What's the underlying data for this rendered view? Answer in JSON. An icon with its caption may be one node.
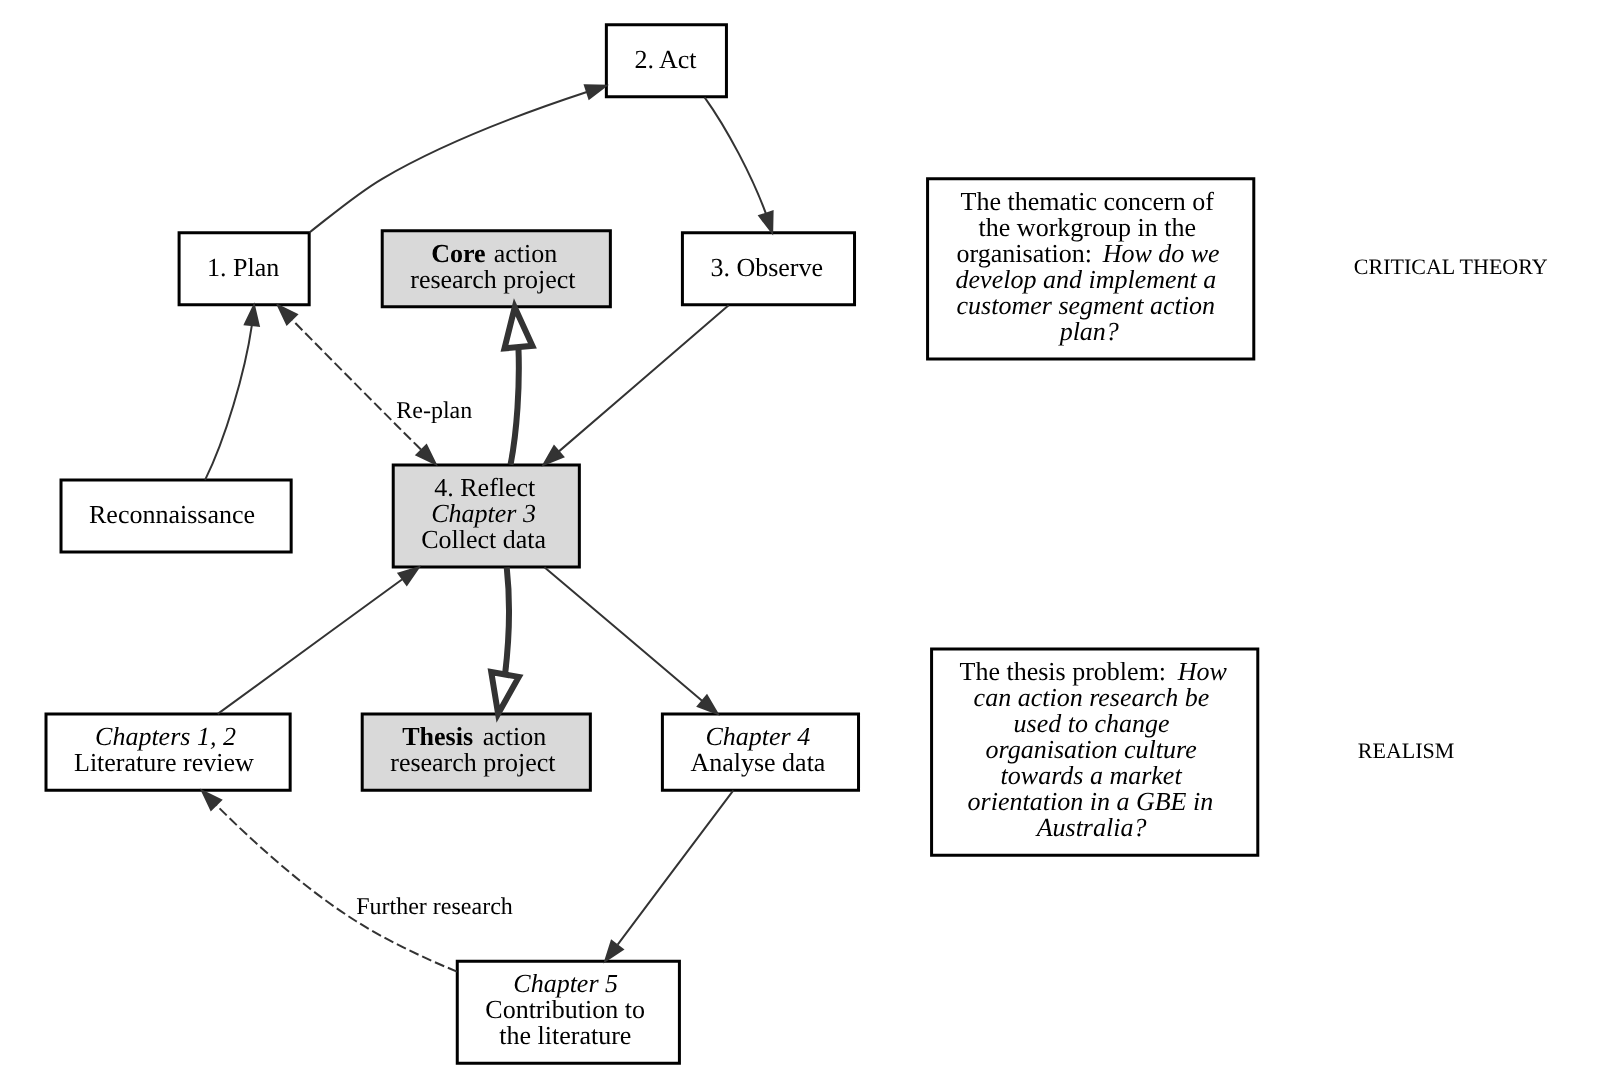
{
  "diagram": {
    "nodes": [
      {
        "text": [
          "2. Act"
        ]
      },
      {
        "text": [
          "1. Plan"
        ]
      },
      {
        "text": [
          "**Core** action research project"
        ]
      },
      {
        "text": [
          "3. Observe"
        ]
      },
      {
        "text": [
          "Reconnaissance"
        ]
      },
      {
        "text": [
          "4. Reflect",
          "Chapter 3",
          "Collect data"
        ]
      },
      {
        "text": [
          "Chapters 1, 2",
          "Literature review"
        ]
      },
      {
        "text": [
          "**Thesis** action research project"
        ]
      },
      {
        "text": [
          "Chapter 4",
          "Analyse data"
        ]
      },
      {
        "text": [
          "Chapter 5",
          "Contribution to the literature"
        ]
      },
      {
        "text": [
          "The thematic concern of the workgroup in the organisation: *How do we develop and implement a customer segment action plan?*"
        ]
      },
      {
        "text": [
          "The thesis problem: *How can action research be used to change organisation culture towards a market orientation in a GBE in Australia?*"
        ]
      }
    ],
    "edges": [
      {
        "from": 1,
        "to": 0,
        "arrow": "to"
      },
      {
        "from": 0,
        "to": 3,
        "arrow": "to"
      },
      {
        "from": 3,
        "to": 5,
        "arrow": "to"
      },
      {
        "from": 5,
        "to": 8,
        "arrow": "to"
      },
      {
        "from": 8,
        "to": 9,
        "arrow": "to"
      },
      {
        "from": 9,
        "to": 6,
        "arrow": "to",
        "label": "Further research",
        "style": "dashed"
      },
      {
        "from": 6,
        "to": 5,
        "arrow": "to"
      },
      {
        "from": 4,
        "to": 1,
        "arrow": "to"
      },
      {
        "from": 5,
        "to": 1,
        "arrow": "both",
        "label": "Re-plan",
        "style": "dashed"
      },
      {
        "from": 5,
        "to": 2,
        "arrow": "to",
        "style": "thick"
      },
      {
        "from": 5,
        "to": 7,
        "arrow": "to",
        "style": "thick"
      }
    ],
    "labels": [
      "CRITICAL THEORY",
      "REALISM"
    ]
  }
}
